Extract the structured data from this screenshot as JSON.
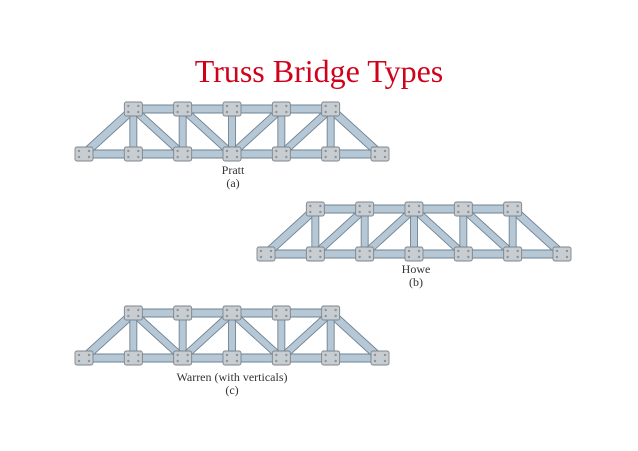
{
  "title": "Truss Bridge Types",
  "colors": {
    "title": "#d0021b",
    "member_fill": "#b6c7d6",
    "member_edge": "#6f8393",
    "gusset_fill": "#c8cdd2",
    "gusset_edge": "#7d858c",
    "bolt": "#8c949b"
  },
  "trusses": [
    {
      "id": "pratt",
      "name": "Pratt",
      "label": "(a)",
      "web": "pratt"
    },
    {
      "id": "howe",
      "name": "Howe",
      "label": "(b)",
      "web": "howe"
    },
    {
      "id": "warren",
      "name": "Warren (with verticals)",
      "label": "(c)",
      "web": "warren"
    }
  ]
}
